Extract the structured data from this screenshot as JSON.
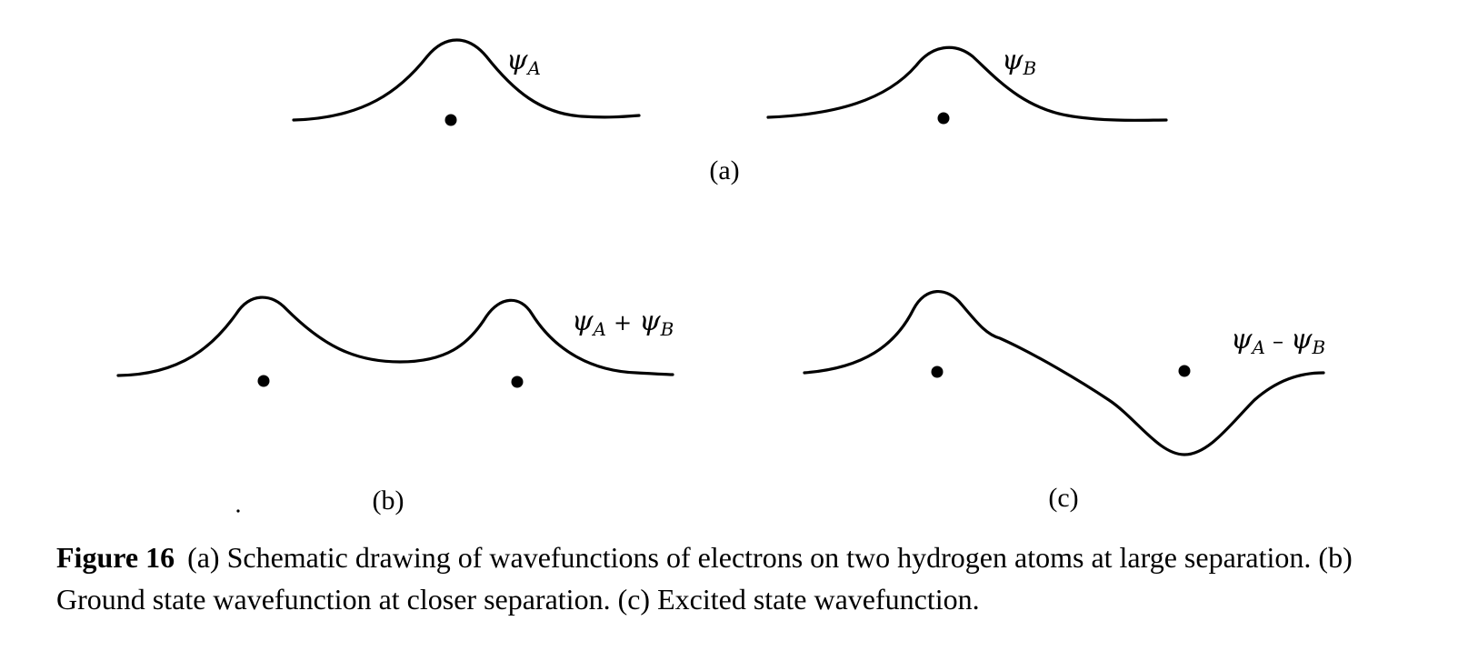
{
  "panels": {
    "a": {
      "label": "(a)",
      "curve_labels": {
        "left": {
          "symbol": "ψ",
          "subscript": "A"
        },
        "right": {
          "symbol": "ψ",
          "subscript": "B"
        }
      }
    },
    "b": {
      "label": "(b)",
      "curve_label": {
        "symbol1": "ψ",
        "sub1": "A",
        "operator": "+",
        "symbol2": "ψ",
        "sub2": "B"
      }
    },
    "c": {
      "label": "(c)",
      "curve_label": {
        "symbol1": "ψ",
        "sub1": "A",
        "operator": "–",
        "symbol2": "ψ",
        "sub2": "B"
      }
    }
  },
  "caption": {
    "figure_number": "Figure 16",
    "text": "(a) Schematic drawing of wavefunctions of electrons on two hydrogen atoms at large separation. (b) Ground state wavefunction at closer separation. (c) Excited state wavefunction."
  },
  "colors": {
    "ink": "#000000",
    "background": "#ffffff"
  }
}
